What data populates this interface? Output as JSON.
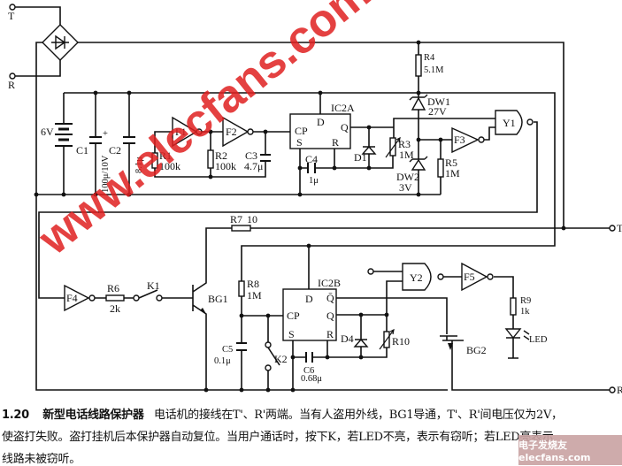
{
  "terminals": {
    "t": "T",
    "r": "R",
    "t_out": "T'",
    "r_out": "R'"
  },
  "components": {
    "battery": "6V",
    "c1": "C1",
    "c1_val": "100μ/10V",
    "c2": "C2",
    "c2_val": "8.1μ",
    "f1": "F1",
    "f2": "F2",
    "f3": "F3",
    "f4": "F4",
    "f5": "F5",
    "r1": "R1",
    "r1_val": "100k",
    "r2": "R2",
    "r2_val": "100k",
    "c3": "C3",
    "c3_val": "4.7μ",
    "ic2a": "IC2A",
    "ic2b": "IC2B",
    "pin_d": "D",
    "pin_q": "Q",
    "pin_qbar": "Q̄",
    "pin_cp": "CP",
    "pin_s": "S",
    "pin_r": "R",
    "c4": "C4",
    "c4_val": "1μ",
    "d1": "D1",
    "r3": "R3",
    "r3_val": "1M",
    "r4": "R4",
    "r4_val": "5.1M",
    "dw1": "DW1",
    "dw1_val": "27V",
    "dw2": "DW2",
    "dw2_val": "3V",
    "r5": "R5",
    "r5_val": "1M",
    "y1": "Y1",
    "y2": "Y2",
    "r7": "R7",
    "r7_val": "10",
    "r6": "R6",
    "r6_val": "2k",
    "k1": "K1",
    "k2": "K2",
    "bg1": "BG1",
    "bg2": "BG2",
    "r8": "R8",
    "r8_val": "1M",
    "c5": "C5",
    "c5_val": "0.1μ",
    "c6": "C6",
    "c6_val": "0.68μ",
    "d4": "D4",
    "r10": "R10",
    "r9": "R9",
    "r9_val": "1k",
    "led": "LED"
  },
  "watermark": "www.elecfans.com",
  "caption": {
    "number": "1.20",
    "title": "新型电话线路保护器",
    "line1": "电话机的接线在T'、R'两端。当有人盗用外线，BG1导通，T'、R'间电压仅为2V，",
    "line2": "使盗打失败。盗打挂机后本保护器自动复位。当用户通话时，按下K，若LED不亮，表示有窃听；若LED亮表示",
    "line3": "线路未被窃听。"
  },
  "logo": "电子发烧友 elecfans.com"
}
